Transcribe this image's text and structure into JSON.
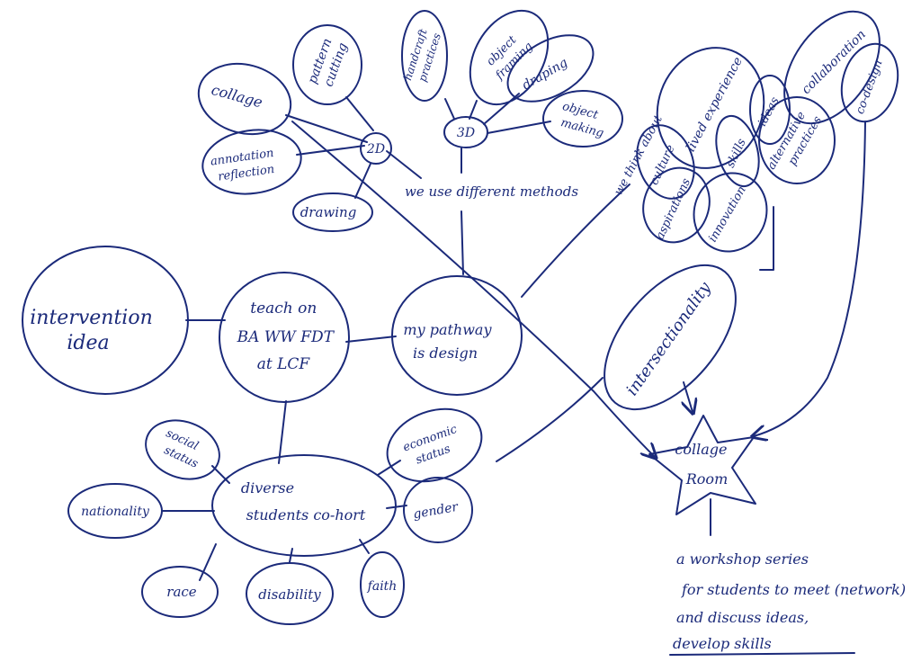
{
  "nodes": {
    "intervention": [
      "intervention",
      "idea"
    ],
    "teach": [
      "teach on",
      "BA WW FDT",
      "at LCF"
    ],
    "pathway": [
      "my pathway",
      "is design"
    ],
    "cohort": [
      "diverse",
      "students co-hort"
    ],
    "methods": "we use different methods",
    "twoD": "2D",
    "threeD": "3D",
    "collage": "collage",
    "pattern_cutting": [
      "pattern",
      "cutting"
    ],
    "annotation": [
      "annotation",
      "reflection"
    ],
    "drawing": "drawing",
    "handcraft": [
      "handcraft",
      "practices"
    ],
    "object_framing": [
      "object",
      "framing"
    ],
    "draping": "draping",
    "object_making": [
      "object",
      "making"
    ],
    "think_about": [
      "we think about"
    ],
    "culture": "culture",
    "lived_experience": "lived experience",
    "skills": "skills",
    "ideas": "ideas",
    "collaboration": "collaboration",
    "co_design": "co-design",
    "aspirations": "aspirations",
    "innovation": "innovation",
    "alternative": [
      "alternative",
      "practices"
    ],
    "intersectionality": "intersectionality",
    "collage_room": [
      "collage",
      "Room"
    ],
    "social_status": [
      "social",
      "status"
    ],
    "nationality": "nationality",
    "race": "race",
    "disability": "disability",
    "faith": "faith",
    "gender": "gender",
    "economic": [
      "economic",
      "status"
    ]
  },
  "note": [
    "a workshop series",
    "for students to meet (network)",
    "and discuss ideas,",
    "develop skills"
  ],
  "colors": {
    "ink": "#1b2a7a",
    "paper": "#ffffff"
  }
}
